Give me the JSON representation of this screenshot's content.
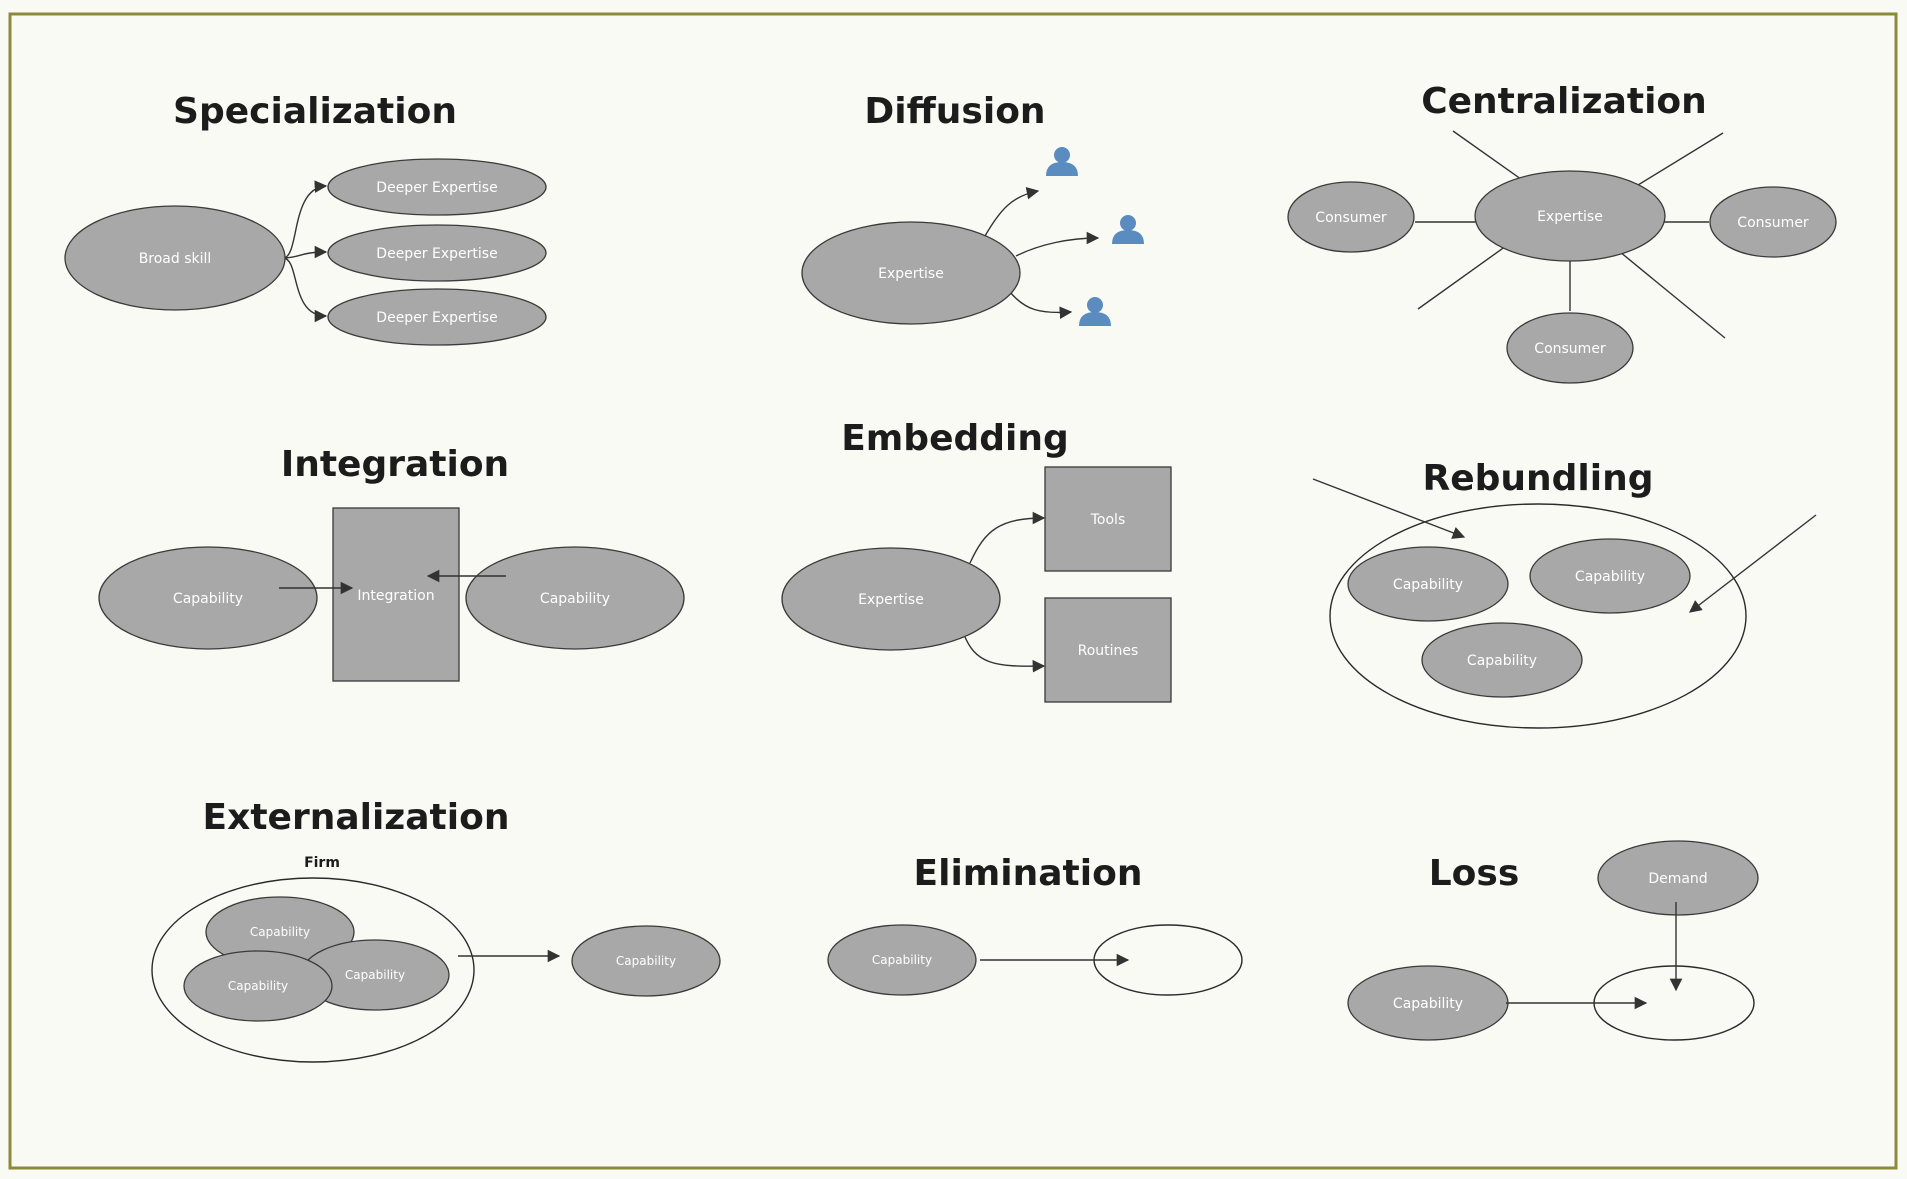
{
  "colors": {
    "background": "#fafaf5",
    "frame": "#8a8a3a",
    "node_fill": "#a8a8a8",
    "node_stroke": "#3a3a3a",
    "label": "#ffffff",
    "title": "#1c1c1c",
    "person_icon": "#5a8cc0"
  },
  "panels": {
    "specialization": {
      "title": "Specialization",
      "source": "Broad skill",
      "targets": [
        "Deeper Expertise",
        "Deeper Expertise",
        "Deeper Expertise"
      ]
    },
    "diffusion": {
      "title": "Diffusion",
      "source": "Expertise",
      "recipients": [
        "person-icon",
        "person-icon",
        "person-icon"
      ]
    },
    "centralization": {
      "title": "Centralization",
      "hub": "Expertise",
      "consumers": [
        "Consumer",
        "Consumer",
        "Consumer"
      ]
    },
    "integration": {
      "title": "Integration",
      "left": "Capability",
      "center": "Integration",
      "right": "Capability"
    },
    "embedding": {
      "title": "Embedding",
      "source": "Expertise",
      "targets": [
        "Tools",
        "Routines"
      ]
    },
    "rebundling": {
      "title": "Rebundling",
      "items": [
        "Capability",
        "Capability",
        "Capability"
      ]
    },
    "externalization": {
      "title": "Externalization",
      "container_label": "Firm",
      "inside": [
        "Capability",
        "Capability",
        "Capability"
      ],
      "outside": "Capability"
    },
    "elimination": {
      "title": "Elimination",
      "source": "Capability"
    },
    "loss": {
      "title": "Loss",
      "demand": "Demand",
      "source": "Capability"
    }
  }
}
